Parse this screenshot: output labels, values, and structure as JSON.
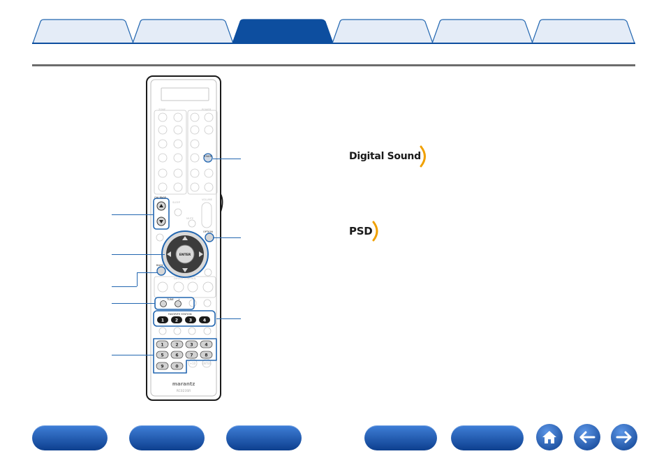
{
  "tabs": [
    {
      "label": "",
      "active": false
    },
    {
      "label": "",
      "active": false
    },
    {
      "label": "",
      "active": true
    },
    {
      "label": "",
      "active": false
    },
    {
      "label": "",
      "active": false
    },
    {
      "label": "",
      "active": false
    }
  ],
  "colors": {
    "tab_inactive": "#e4ecf7",
    "tab_active": "#0d4e9f",
    "accent": "#2266b0",
    "logo_arc": "#f0a000"
  },
  "remote": {
    "brand": "marantz",
    "model": "RC023SR",
    "keys": {
      "zone": "ZONE",
      "power": "POWER",
      "ch_page": "CH/ PAGE",
      "volume": "VOLUME",
      "option": "OPTION",
      "enter": "ENTER",
      "back": "BACK",
      "device_control": "DEVICE CONTROL",
      "tune": "TUNE",
      "tune_minus": "-",
      "tune_plus": "+",
      "favorite_station": "FAVORITE STATION",
      "tuner": "TUNER",
      "sleep": "SLEEP",
      "mute": "MUTE",
      "info": "INFO",
      "setup": "SETUP"
    },
    "favorite_numbers": [
      "1",
      "2",
      "3",
      "4"
    ],
    "number_keys": [
      "1",
      "2",
      "3",
      "4",
      "5",
      "6",
      "7",
      "8",
      "9",
      "0",
      "+10",
      "ENTER"
    ]
  },
  "logos": {
    "digital_sound": "Digital Sound",
    "psd": "PSD"
  },
  "bottom_nav": {
    "buttons": [
      "",
      "",
      "",
      "",
      ""
    ],
    "home_icon": "home-icon",
    "back_icon": "arrow-left-icon",
    "forward_icon": "arrow-right-icon"
  }
}
